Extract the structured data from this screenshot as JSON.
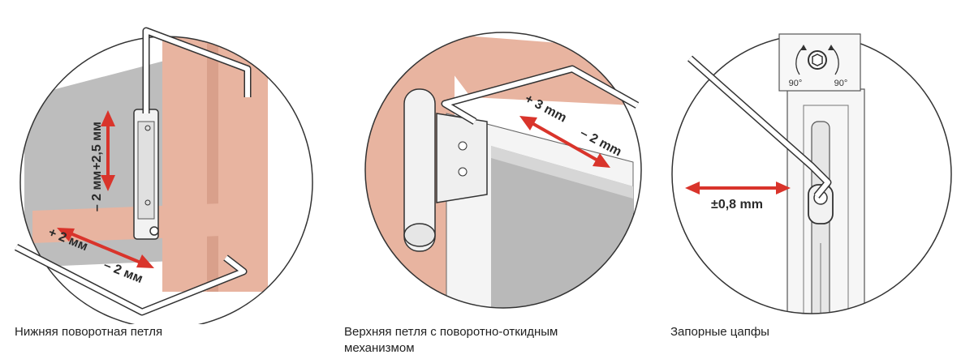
{
  "panels": [
    {
      "caption": "Нижняя поворотная петля",
      "labels": {
        "up": "+2,5 мм",
        "down": "– 2 мм",
        "left": "+ 2 мм",
        "right": "– 2 мм"
      }
    },
    {
      "caption_line1": "Верхняя петля с поворотно-откидным",
      "caption_line2": "механизмом",
      "labels": {
        "left": "+ 3 mm",
        "right": "– 2 mm"
      }
    },
    {
      "caption": "Запорные цапфы",
      "labels": {
        "adjust": "±0,8 mm",
        "angle_left": "90°",
        "angle_right": "90°"
      }
    }
  ],
  "colors": {
    "arrow": "#d9342b",
    "frame_pink": "#e8b4a0",
    "glass_grey": "#b9b9b9",
    "outline": "#333333"
  }
}
